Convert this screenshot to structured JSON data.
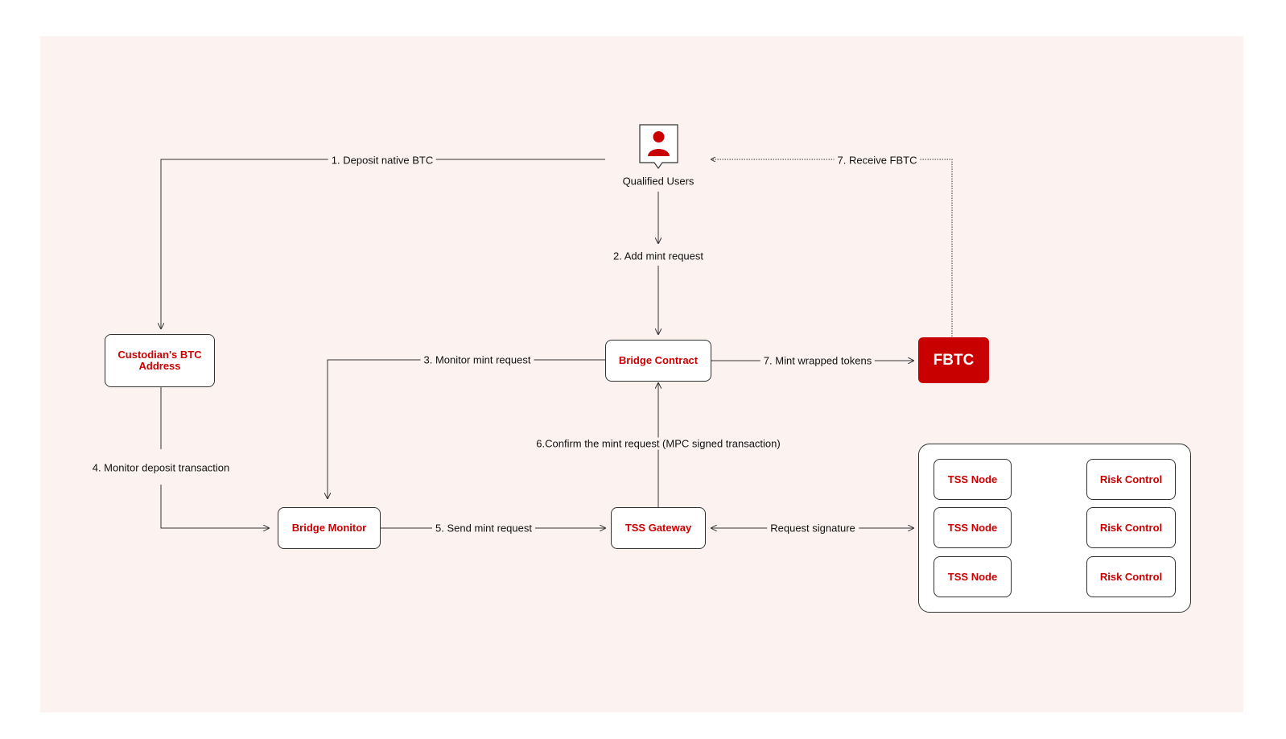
{
  "nodes": {
    "qualified_users": "Qualified Users",
    "custodian_btc_address": "Custodian's BTC Address",
    "bridge_contract": "Bridge Contract",
    "fbtc": "FBTC",
    "bridge_monitor": "Bridge Monitor",
    "tss_gateway": "TSS Gateway"
  },
  "tss_cluster": {
    "rows": [
      {
        "node": "TSS Node",
        "control": "Risk Control"
      },
      {
        "node": "TSS Node",
        "control": "Risk Control"
      },
      {
        "node": "TSS Node",
        "control": "Risk Control"
      }
    ]
  },
  "edges": {
    "deposit_native_btc": "1. Deposit native BTC",
    "add_mint_request": "2. Add mint request",
    "monitor_mint_request": "3. Monitor mint request",
    "monitor_deposit_transaction": "4. Monitor deposit transaction",
    "send_mint_request": "5. Send mint request",
    "confirm_mint_request": "6.Confirm the mint request (MPC signed transaction)",
    "mint_wrapped_tokens": "7. Mint wrapped tokens",
    "receive_fbtc": "7. Receive FBTC",
    "request_signature": "Request signature"
  },
  "colors": {
    "accent": "#c80000",
    "background": "#fcf3f1",
    "line": "#333333"
  },
  "icons": {
    "user": "user-icon"
  }
}
